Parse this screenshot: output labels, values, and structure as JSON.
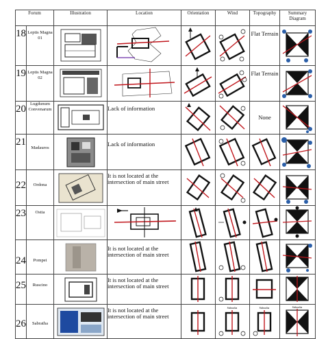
{
  "headers": {
    "forum": "Forum",
    "illustration": "Illustration",
    "location": "Location",
    "orientation": "Orientation",
    "wind": "Wind",
    "topography": "Topography",
    "summary": "Summary Diagram"
  },
  "rows": [
    {
      "num": "18",
      "name": "Leptis Magna 01",
      "location": "",
      "topography": "Flat Terrain"
    },
    {
      "num": "19",
      "name": "Leptis Magna 02",
      "location": "",
      "topography": "Flat Terrain"
    },
    {
      "num": "20",
      "name": "Lugdunum Convenarum",
      "location": "Lack of information",
      "topography": "None"
    },
    {
      "num": "21",
      "name": "Madauros",
      "location": "Lack of information",
      "topography": ""
    },
    {
      "num": "22",
      "name": "Ordona",
      "location": "It is not located at the intersection of main street",
      "topography": ""
    },
    {
      "num": "23",
      "name": "Ostia",
      "location": "",
      "topography": ""
    },
    {
      "num": "24",
      "name": "Pompei",
      "location": "It is not located at the intersection of main street",
      "topography": ""
    },
    {
      "num": "25",
      "name": "Ruscino",
      "location": "It is not located at the intersection of main street",
      "topography": ""
    },
    {
      "num": "26",
      "name": "Sabratha",
      "location": "It is not located at the intersection of main street",
      "topography": ""
    }
  ],
  "sabratha_wind_labels": [
    "Sabracha",
    "Sabracha",
    "Sabracha"
  ],
  "colors": {
    "axis_red": "#c0151b",
    "wind_blue": "#2a5ea8",
    "grid": "#444444"
  }
}
